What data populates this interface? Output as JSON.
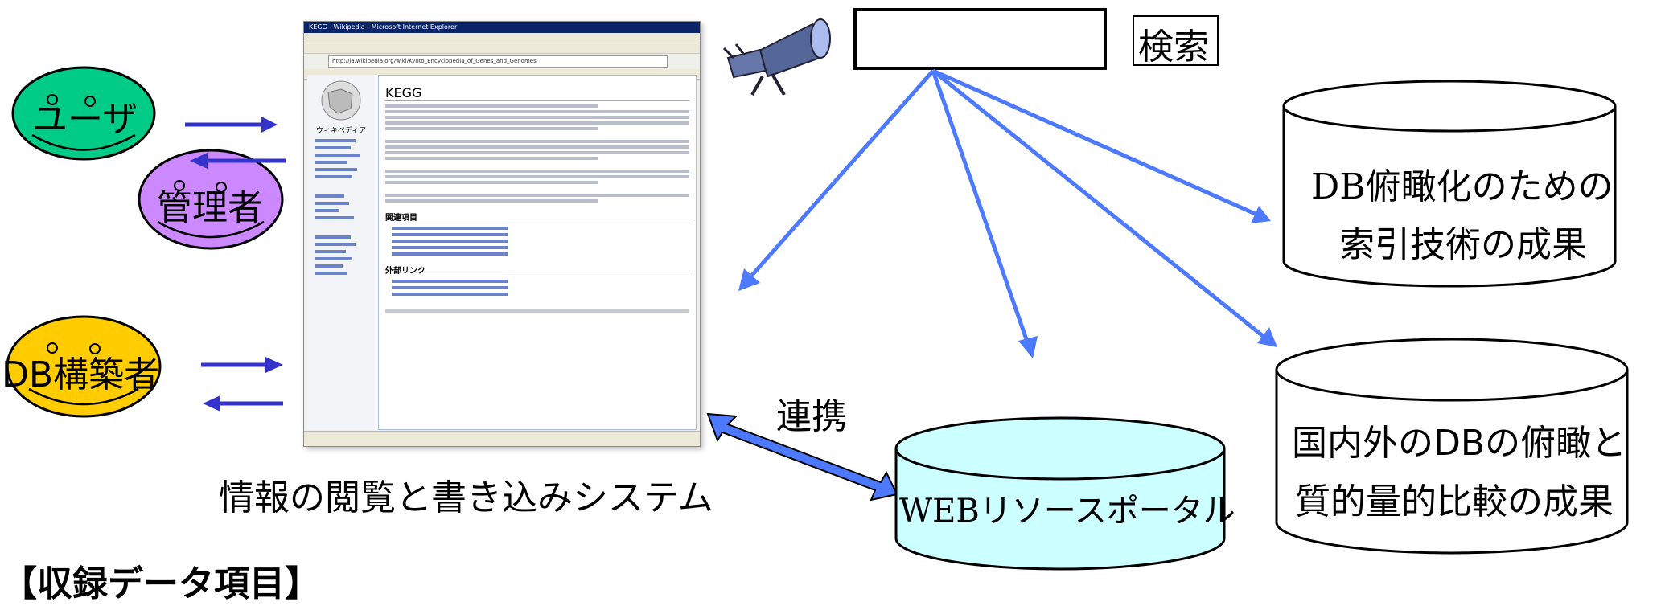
{
  "actors": {
    "user": "ユーザ",
    "admin": "管理者",
    "builder": "DB構築者"
  },
  "captions": {
    "browse_system": "情報の閲覧と書き込みシステム",
    "collaboration": "連携",
    "search_button": "検索",
    "footer_partial": "【収録データ項目】"
  },
  "databases": {
    "index_tech_line1": "DB俯瞰化のための",
    "index_tech_line2": "索引技術の成果",
    "comparison_line1": "国内外のDBの俯瞰と",
    "comparison_line2": "質的量的比較の成果",
    "web_portal": "WEBリソースポータル"
  },
  "browser": {
    "title": "KEGG - Wikipedia - Microsoft Internet Explorer",
    "address": "http://ja.wikipedia.org/wiki/Kyoto_Encyclopedia_of_Genes_and_Genomes",
    "page_heading": "KEGG",
    "site_name": "ウィキペディア",
    "section_related": "関連項目",
    "section_external": "外部リンク"
  },
  "colors": {
    "user_fill": "#00cc88",
    "admin_fill": "#cc88ff",
    "builder_fill": "#ffcc00",
    "arrow_blue": "#4d79ff",
    "portal_fill": "#ccffff"
  }
}
